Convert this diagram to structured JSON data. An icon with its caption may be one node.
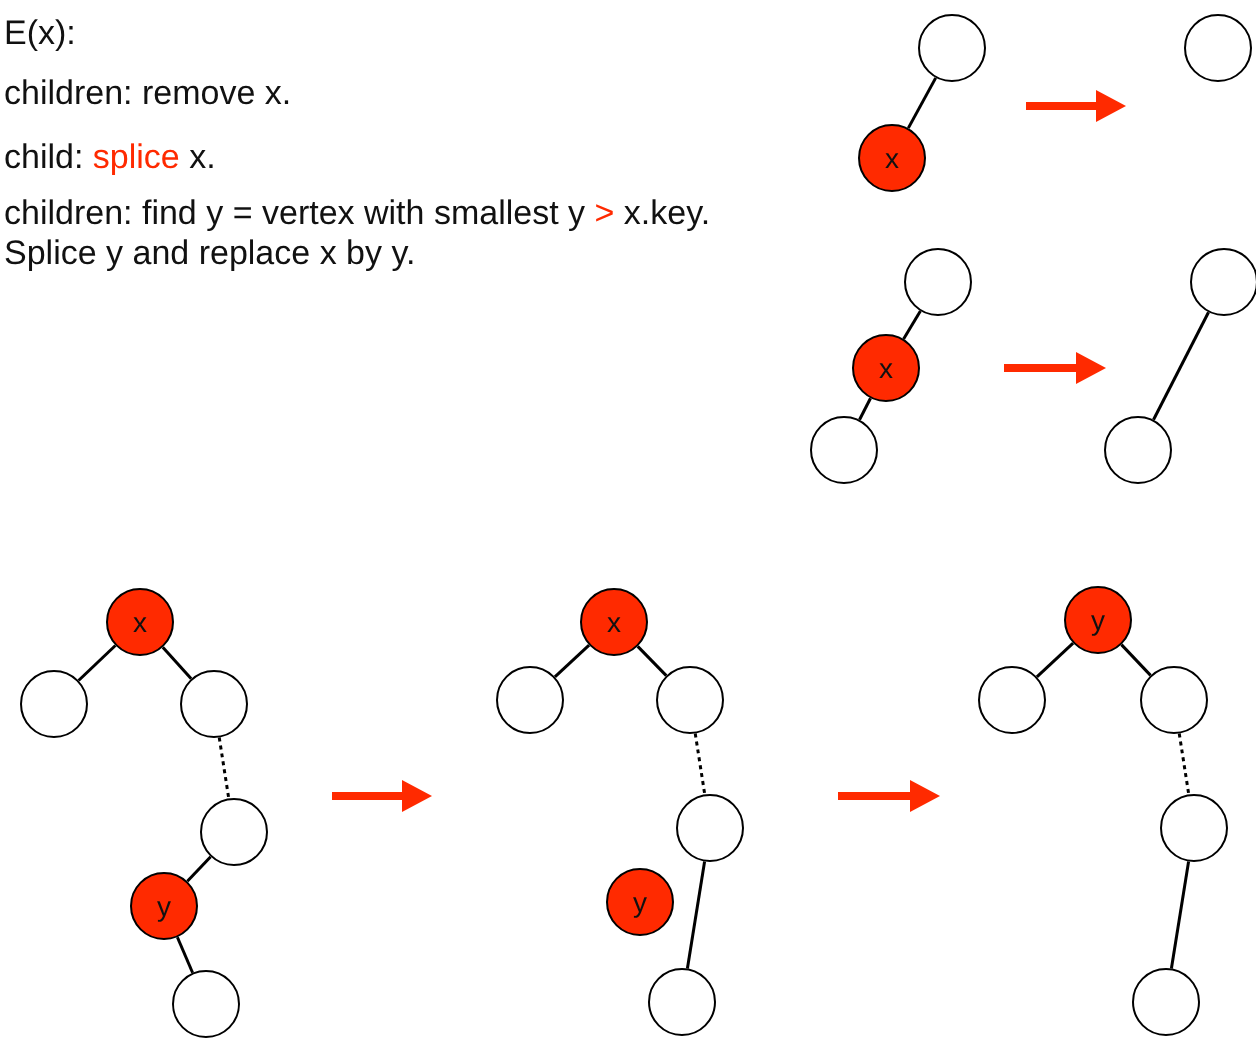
{
  "diagram": {
    "nodes": [
      {
        "text": [],
        "shape": "circle"
      },
      {
        "text": [
          "x"
        ]
      },
      {
        "text": [],
        "shape": "circle"
      },
      {
        "text": [],
        "shape": "circle"
      },
      {
        "text": [
          "x"
        ]
      },
      {
        "text": [],
        "shape": "circle"
      },
      {
        "text": [],
        "shape": "circle"
      },
      {
        "text": [],
        "shape": "circle"
      },
      {
        "text": [
          "x"
        ]
      },
      {
        "text": [],
        "shape": "circle"
      },
      {
        "text": [],
        "shape": "circle"
      },
      {
        "text": [],
        "shape": "circle"
      },
      {
        "text": [
          "y"
        ]
      },
      {
        "text": [],
        "shape": "circle"
      },
      {
        "text": [
          "x"
        ]
      },
      {
        "text": [],
        "shape": "circle"
      },
      {
        "text": [],
        "shape": "circle"
      },
      {
        "text": [],
        "shape": "circle"
      },
      {
        "text": [
          "y"
        ]
      },
      {
        "text": [],
        "shape": "circle"
      },
      {
        "text": [
          "y"
        ]
      },
      {
        "text": [],
        "shape": "circle"
      },
      {
        "text": [],
        "shape": "circle"
      },
      {
        "text": [],
        "shape": "circle"
      },
      {
        "text": [],
        "shape": "circle"
      }
    ],
    "edges": [
      {
        "from": 0,
        "to": 1,
        "arrow": "none"
      },
      {
        "from": 3,
        "to": 4,
        "arrow": "none"
      },
      {
        "from": 4,
        "to": 5,
        "arrow": "none"
      },
      {
        "from": 6,
        "to": 7,
        "arrow": "none"
      },
      {
        "from": 8,
        "to": 9,
        "arrow": "none"
      },
      {
        "from": 8,
        "to": 10,
        "arrow": "none"
      },
      {
        "from": 10,
        "to": 11,
        "arrow": "none",
        "style": "dashed"
      },
      {
        "from": 11,
        "to": 12,
        "arrow": "none"
      },
      {
        "from": 12,
        "to": 13,
        "arrow": "none"
      },
      {
        "from": 14,
        "to": 15,
        "arrow": "none"
      },
      {
        "from": 14,
        "to": 16,
        "arrow": "none"
      },
      {
        "from": 16,
        "to": 17,
        "arrow": "none",
        "style": "dashed"
      },
      {
        "from": 17,
        "to": 19,
        "arrow": "none"
      },
      {
        "from": 20,
        "to": 21,
        "arrow": "none"
      },
      {
        "from": 20,
        "to": 22,
        "arrow": "none"
      },
      {
        "from": 22,
        "to": 23,
        "arrow": "none",
        "style": "dashed"
      },
      {
        "from": 23,
        "to": 24,
        "arrow": "none"
      }
    ],
    "labels": [
      "E(x):",
      "children: remove x.",
      "child: *splice* x.",
      "children: find y = vertex with smallest y *>* x.key. Splice y and replace x by y."
    ]
  }
}
